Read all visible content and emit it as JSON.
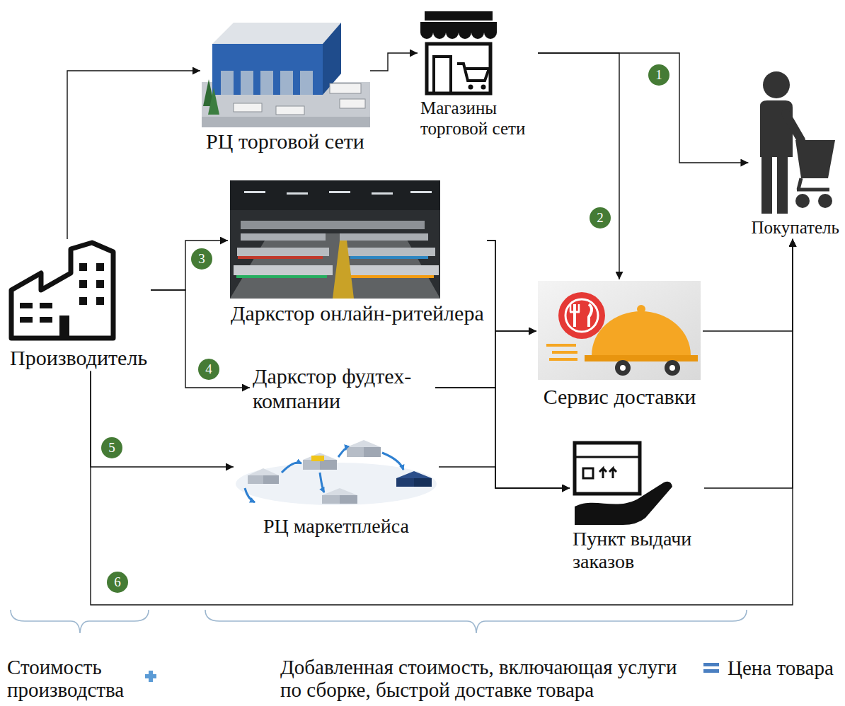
{
  "diagram": {
    "nodes": [
      {
        "text": [
          "РЦ торговой сети"
        ]
      },
      {
        "text": [
          "Магазины торговой сети"
        ]
      },
      {
        "text": [
          "Покупатель"
        ]
      },
      {
        "text": [
          "Даркстор онлайн-ритейлера"
        ]
      },
      {
        "text": [
          "Производитель"
        ]
      },
      {
        "text": [
          "Даркстор фудтех-компании"
        ]
      },
      {
        "text": [
          "Сервис доставки"
        ]
      },
      {
        "text": [
          "РЦ маркетплейса"
        ]
      },
      {
        "text": [
          "Пункт выдачи заказов"
        ]
      }
    ],
    "edges": [
      {
        "from": 4,
        "to": 0,
        "arrow": "to"
      },
      {
        "from": 0,
        "to": 1,
        "arrow": "to"
      },
      {
        "from": 1,
        "to": 2,
        "label": "1",
        "arrow": "to"
      },
      {
        "from": 1,
        "to": 6,
        "label": "2",
        "arrow": "to"
      },
      {
        "from": 4,
        "to": 3,
        "label": "3",
        "arrow": "to"
      },
      {
        "from": 4,
        "to": 5,
        "label": "4",
        "arrow": "to"
      },
      {
        "from": 3,
        "to": 6,
        "arrow": "to"
      },
      {
        "from": 5,
        "to": 6,
        "arrow": "to"
      },
      {
        "from": 3,
        "to": 8,
        "arrow": "to"
      },
      {
        "from": 5,
        "to": 8,
        "arrow": "to"
      },
      {
        "from": 7,
        "to": 8,
        "arrow": "to"
      },
      {
        "from": 4,
        "to": 7,
        "label": "5",
        "arrow": "to"
      },
      {
        "from": 4,
        "to": 2,
        "label": "6",
        "arrow": "to"
      },
      {
        "from": 6,
        "to": 2,
        "arrow": "to"
      },
      {
        "from": 8,
        "to": 2,
        "arrow": "to"
      }
    ],
    "labels": [
      "Стоимость производства",
      "Добавленная стоимость, включающая услуги по сборке, быстрой доставке товара",
      "Цена товара"
    ]
  }
}
